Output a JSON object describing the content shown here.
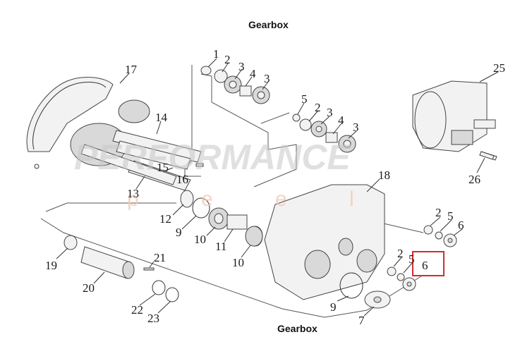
{
  "title_top": "Gearbox",
  "title_bottom": "Gearbox",
  "watermark": {
    "line1": "PERFORMANCE",
    "line2": "p  e  e  l",
    "color_main": "#c8c8c8",
    "color_sub": "#f3c9b6"
  },
  "highlight_color": "#d62b2b",
  "labels": {
    "l1": "1",
    "l2a": "2",
    "l3a": "3",
    "l4a": "4",
    "l3b": "3",
    "l17": "17",
    "l25": "25",
    "l5a": "5",
    "l2b": "2",
    "l3c": "3",
    "l4b": "4",
    "l3d": "3",
    "l14": "14",
    "l15": "15",
    "l16": "16",
    "l13": "13",
    "l26": "26",
    "l18": "18",
    "l12": "12",
    "l9a": "9",
    "l10a": "10",
    "l11": "11",
    "l10b": "10",
    "l2c": "2",
    "l5b": "5",
    "l6a": "6",
    "l19": "19",
    "l21": "21",
    "l20": "20",
    "l2d": "2",
    "l5c": "5",
    "l6b": "6",
    "l22": "22",
    "l23": "23",
    "l9b": "9",
    "l7": "7"
  }
}
